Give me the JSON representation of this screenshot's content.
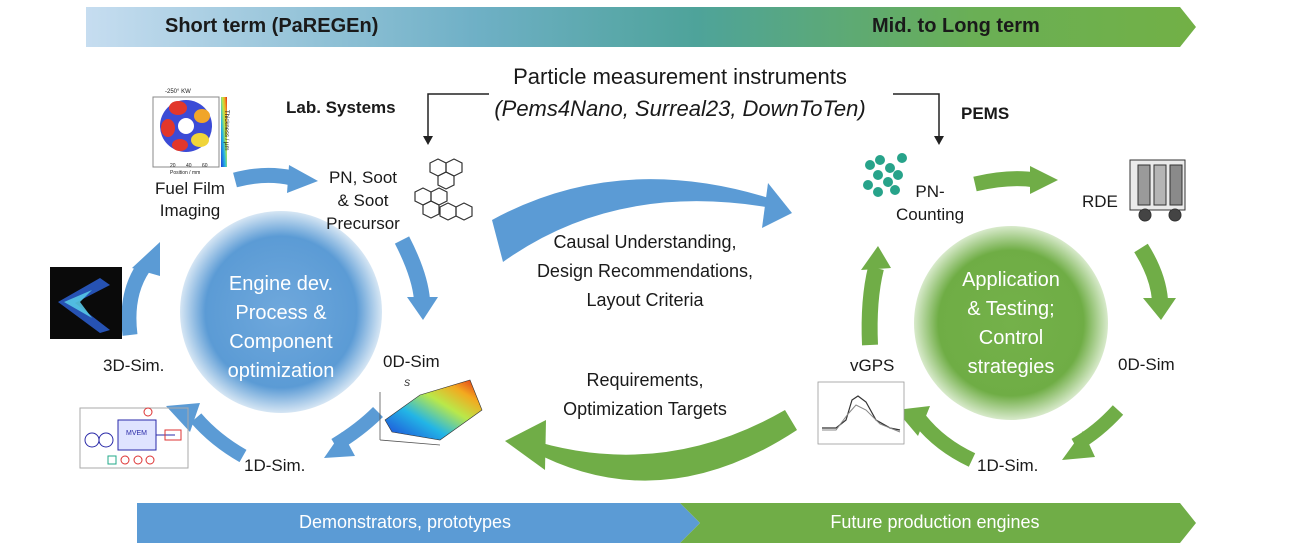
{
  "banner": {
    "left_label": "Short term (PaREGEn)",
    "right_label": "Mid. to Long term"
  },
  "instruments": {
    "title": "Particle measurement instruments",
    "projects": "(Pems4Nano, Surreal23, DownToTen)",
    "lab_label": "Lab. Systems",
    "pems_label": "PEMS"
  },
  "left_cycle": {
    "center": [
      "Engine dev.",
      "Process &",
      "Component",
      "optimization"
    ],
    "fuel_film": [
      "Fuel Film",
      "Imaging"
    ],
    "pn_soot": [
      "PN, Soot",
      "& Soot",
      "Precursor"
    ],
    "zero_d": "0D-Sim",
    "one_d": "1D-Sim.",
    "three_d": "3D-Sim.",
    "fuel_film_chart": {
      "title": "-250° KW",
      "xlabel": "Position / mm",
      "ylabel": "Thickness / µm",
      "ticks": [
        "20",
        "40",
        "60"
      ]
    },
    "surface_plot_label": "S",
    "model_block_label": "MVEM"
  },
  "right_cycle": {
    "center": [
      "Application",
      "& Testing;",
      "Control",
      "strategies"
    ],
    "pn_counting": [
      "PN-",
      "Counting"
    ],
    "rde": "RDE",
    "zero_d": "0D-Sim",
    "one_d": "1D-Sim.",
    "vgps": "vGPS"
  },
  "middle": {
    "top": [
      "Causal Understanding,",
      "Design Recommendations,",
      "Layout Criteria"
    ],
    "bottom": [
      "Requirements,",
      "Optimization Targets"
    ]
  },
  "bottom_banner": {
    "left_label": "Demonstrators, prototypes",
    "right_label": "Future production engines"
  },
  "colors": {
    "blue": "#5b9bd5",
    "green": "#70ad47",
    "banner_light": "#c5dcef",
    "banner_teal": "#4aa3a0"
  }
}
